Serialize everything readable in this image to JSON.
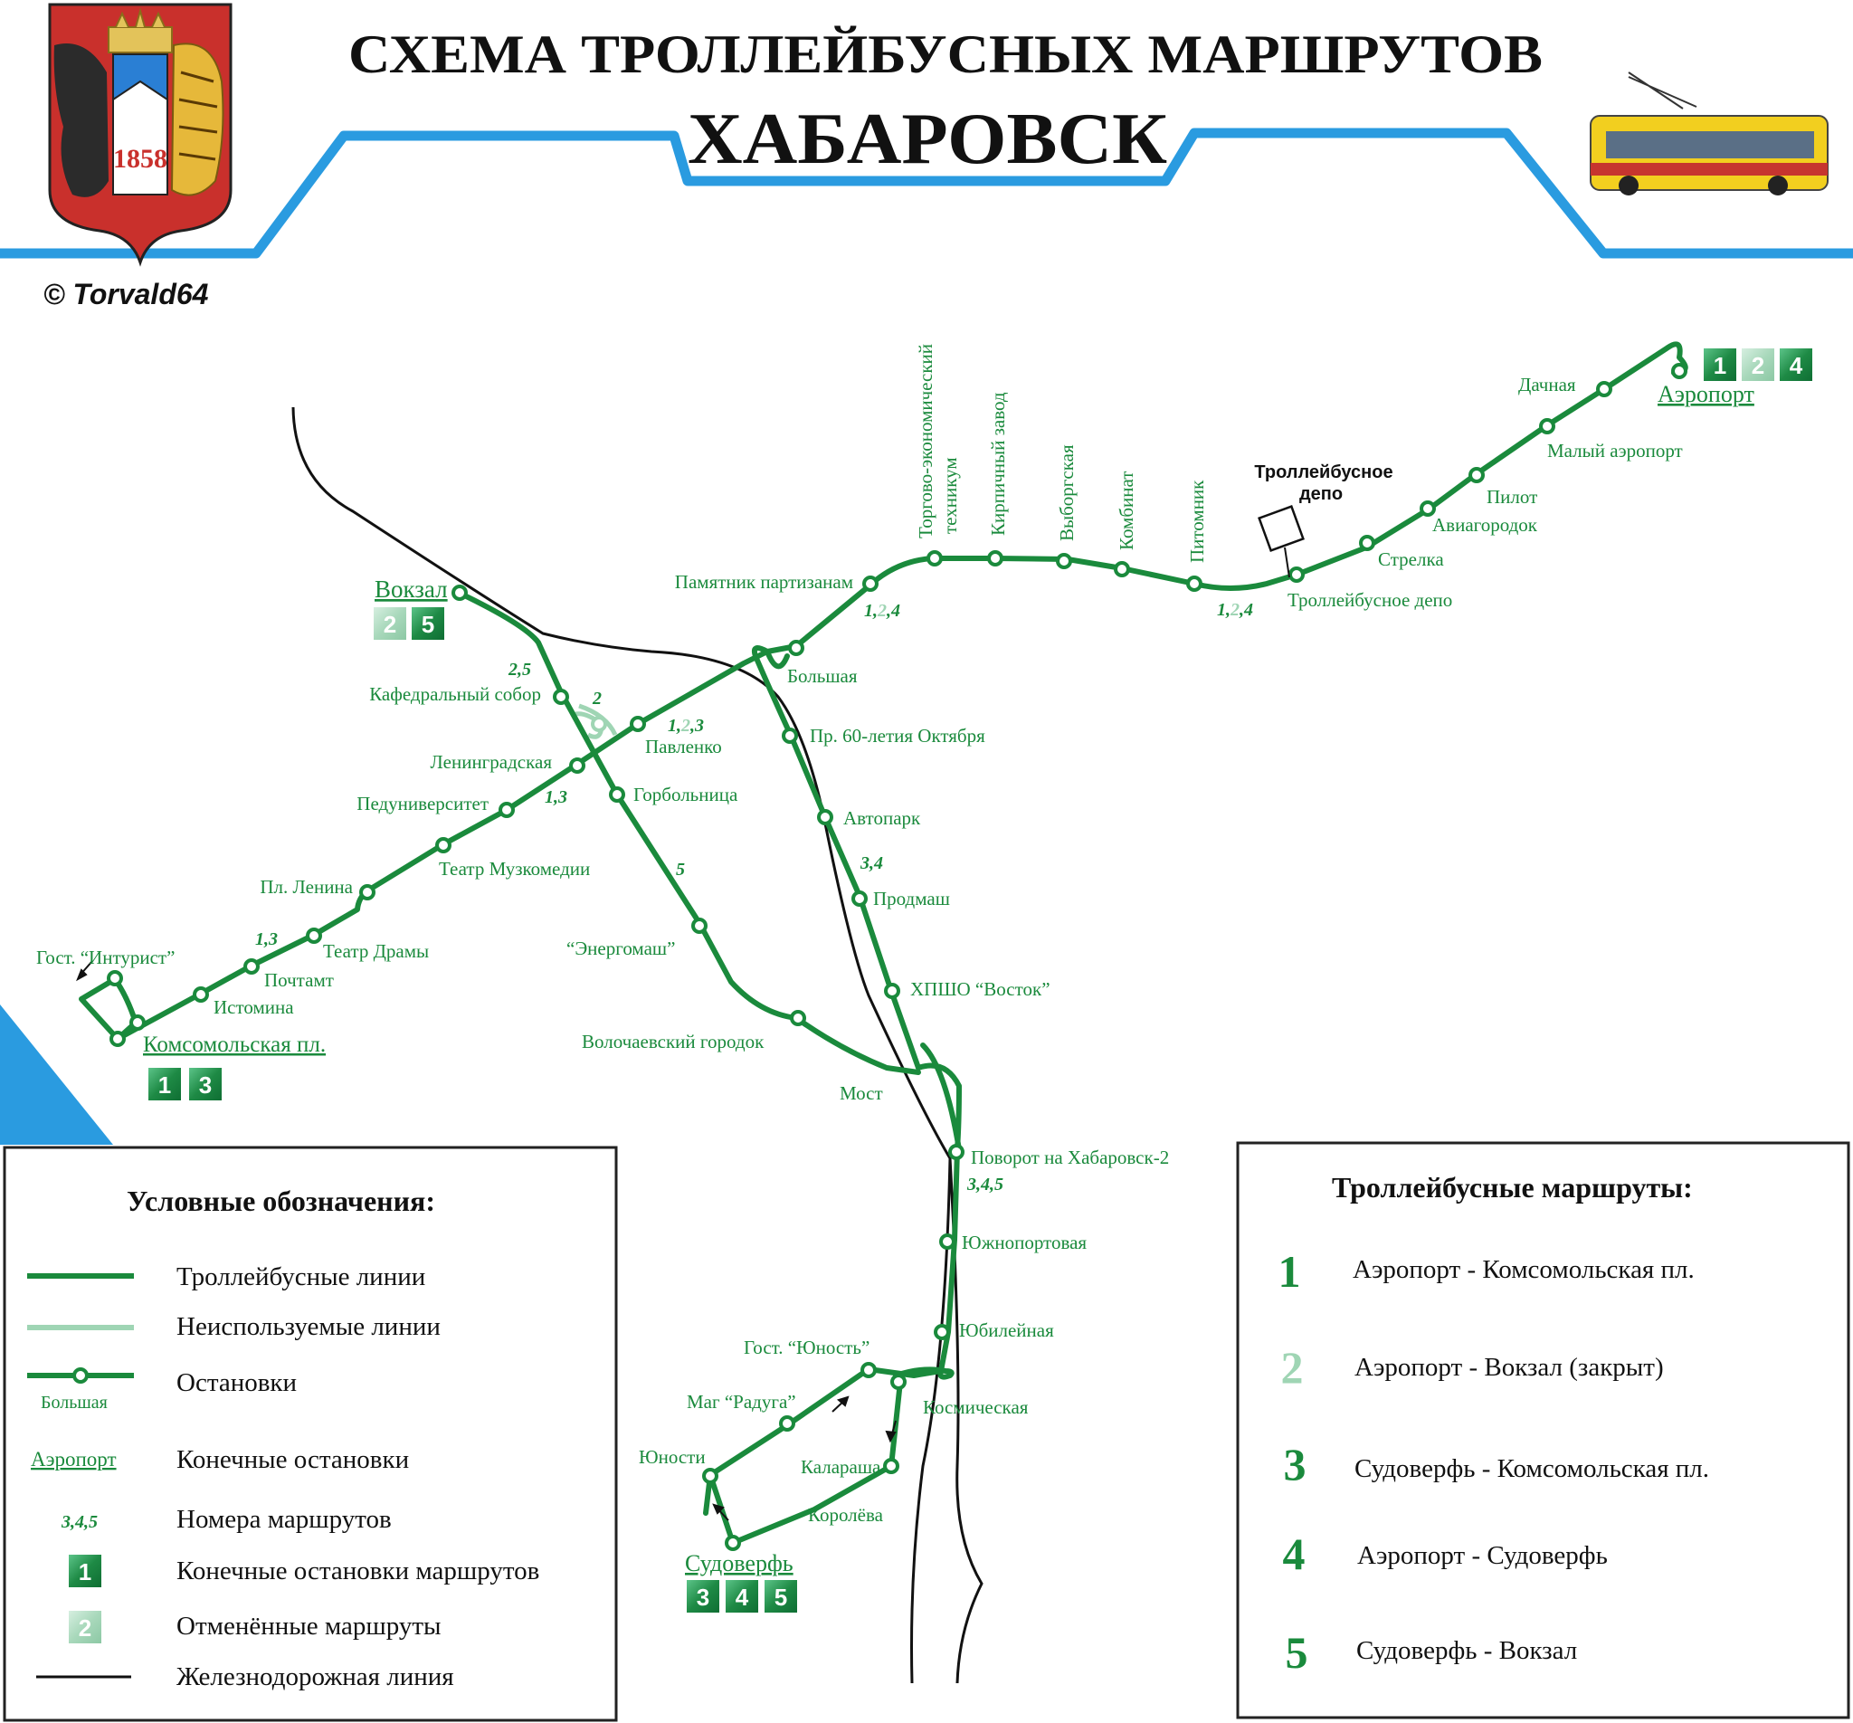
{
  "header": {
    "title": "СХЕМА ТРОЛЛЕЙБУСНЫХ МАРШРУТОВ",
    "city": "ХАБАРОВСК",
    "coat_year": "1858",
    "copyright": "© Torvald64"
  },
  "colors": {
    "line": "#1a8a3c",
    "unused": "#9fd5b4",
    "rail": "#111111",
    "blue": "#2a9be0",
    "badge_active": "#1e8a45",
    "badge_closed": "#a8d8bb"
  },
  "stops": {
    "vokzal": "Вокзал",
    "kafedralny": "Кафедральный собор",
    "leningradskaya": "Ленинградская",
    "peduniversitet": "Педуниверситет",
    "teatr_muz": "Театр Музкомедии",
    "pl_lenina": "Пл. Ленина",
    "teatr_dramy": "Театр Драмы",
    "pochtamt": "Почтамт",
    "istomina": "Истомина",
    "gost_inturist": "Гост. “Интурист”",
    "komsomolskaya": "Комсомольская пл.",
    "pavlenko": "Павленко",
    "gorbolnica": "Горбольница",
    "energomash": "“Энергомаш”",
    "volochaevsky": "Волочаевский городок",
    "most": "Мост",
    "pamyatnik": "Памятник партизанам",
    "bolshaya": "Большая",
    "pr60": "Пр. 60-летия Октября",
    "avtopark": "Автопарк",
    "prodmash": "Продмаш",
    "hpsho": "ХПШО “Восток”",
    "povorot": "Поворот на Хабаровск-2",
    "yuzhnoportovaya": "Южнопортовая",
    "yubileynaya": "Юбилейная",
    "kosmicheskaya": "Космическая",
    "gost_yunost": "Гост. “Юность”",
    "mag_raduga": "Маг “Радуга”",
    "yunosti": "Юности",
    "kalarasha": "Калараша",
    "koroleva": "Королёва",
    "sudoverf": "Судоверфь",
    "torg_tech_1": "Торгово-экономический",
    "torg_tech_2": "техникум",
    "kirpichny": "Кирпичный завод",
    "vyborgskaya": "Выборгская",
    "kombinat": "Комбинат",
    "pitomnik": "Питомник",
    "depo_stop": "Троллейбусное депо",
    "strelka": "Стрелка",
    "aviagorodok": "Авиагородок",
    "pilot": "Пилот",
    "maly_aeroport": "Малый аэропорт",
    "dachnaya": "Дачная",
    "aeroport": "Аэропорт"
  },
  "depot": {
    "line1": "Троллейбусное",
    "line2": "депо"
  },
  "route_labels": {
    "r124_a": "1,",
    "r124_b": "2",
    "r124_c": ",4",
    "r123_a": "1,",
    "r123_b": "2",
    "r123_c": ",3",
    "r25": "2,5",
    "r2": "2",
    "r13_a": "1,3",
    "r13_b": "1,3",
    "r5": "5",
    "r34": "3,4",
    "r345": "3,4,5"
  },
  "terminals": {
    "aeroport": [
      "1",
      "2",
      "4"
    ],
    "vokzal": [
      "2",
      "5"
    ],
    "komsomolskaya": [
      "1",
      "3"
    ],
    "sudoverf": [
      "3",
      "4",
      "5"
    ]
  },
  "legend": {
    "title": "Условные обозначения:",
    "items": {
      "lines": "Троллейбусные линии",
      "unused": "Неиспользуемые линии",
      "stops": "Остановки",
      "stop_example": "Большая",
      "terminals": "Конечные остановки",
      "terminal_example": "Аэропорт",
      "route_numbers": "Номера маршрутов",
      "route_numbers_example": "3,4,5",
      "route_terminals": "Конечные остановки маршрутов",
      "route_terminal_example": "1",
      "cancelled": "Отменённые маршруты",
      "cancelled_example": "2",
      "railway": "Железнодорожная линия"
    }
  },
  "routes_box": {
    "title": "Троллейбусные маршруты:",
    "routes": [
      {
        "num": "1",
        "name": "Аэропорт - Комсомольская пл.",
        "closed": false
      },
      {
        "num": "2",
        "name": "Аэропорт - Вокзал (закрыт)",
        "closed": true
      },
      {
        "num": "3",
        "name": "Судоверфь - Комсомольская пл.",
        "closed": false
      },
      {
        "num": "4",
        "name": "Аэропорт - Судоверфь",
        "closed": false
      },
      {
        "num": "5",
        "name": "Судоверфь - Вокзал",
        "closed": false
      }
    ]
  }
}
